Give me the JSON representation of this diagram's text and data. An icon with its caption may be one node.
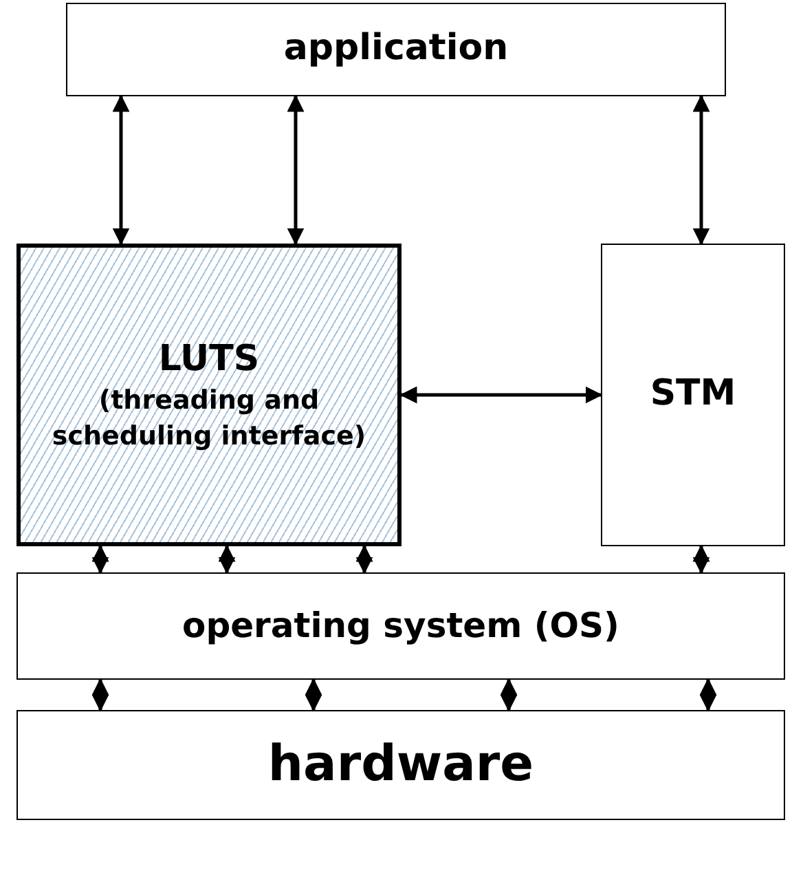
{
  "diagram": {
    "nodes": [
      {
        "text": [
          "application"
        ]
      },
      {
        "text": [
          "LUTS",
          "(threading and scheduling interface)"
        ]
      },
      {
        "text": [
          "STM"
        ]
      },
      {
        "text": [
          "operating system (OS)"
        ]
      },
      {
        "text": [
          "hardware"
        ]
      }
    ],
    "edges": [
      {
        "from": 0,
        "to": 1,
        "arrow": "both"
      },
      {
        "from": 0,
        "to": 1,
        "arrow": "both"
      },
      {
        "from": 0,
        "to": 2,
        "arrow": "both"
      },
      {
        "from": 1,
        "to": 2,
        "arrow": "both"
      },
      {
        "from": 1,
        "to": 3,
        "arrow": "both"
      },
      {
        "from": 1,
        "to": 3,
        "arrow": "both"
      },
      {
        "from": 1,
        "to": 3,
        "arrow": "both"
      },
      {
        "from": 2,
        "to": 3,
        "arrow": "both"
      },
      {
        "from": 3,
        "to": 4,
        "arrow": "both"
      },
      {
        "from": 3,
        "to": 4,
        "arrow": "both"
      },
      {
        "from": 3,
        "to": 4,
        "arrow": "both"
      },
      {
        "from": 3,
        "to": 4,
        "arrow": "both"
      }
    ]
  }
}
